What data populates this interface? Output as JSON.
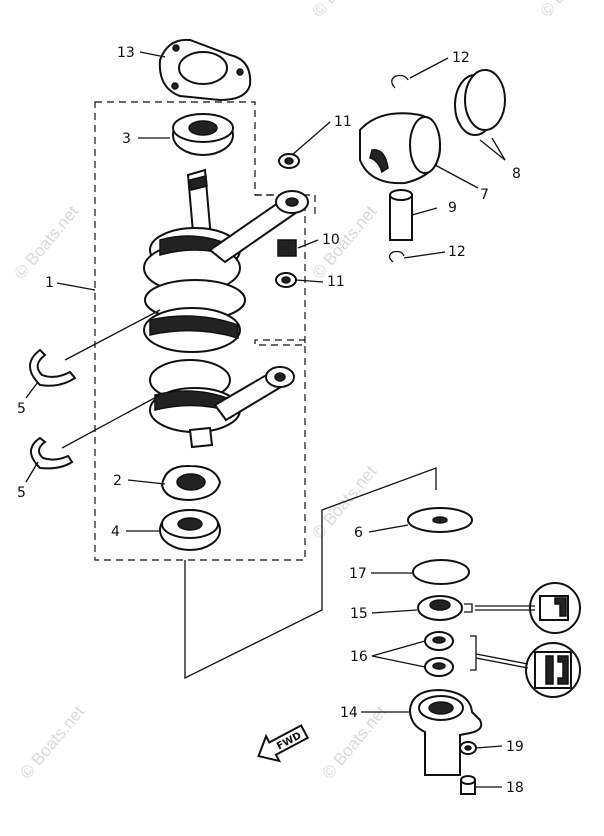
{
  "watermark": {
    "text": "© Boats.net"
  },
  "callouts": [
    {
      "id": "c13",
      "label": "13"
    },
    {
      "id": "c3",
      "label": "3"
    },
    {
      "id": "c12a",
      "label": "12"
    },
    {
      "id": "c11a",
      "label": "11"
    },
    {
      "id": "c8",
      "label": "8"
    },
    {
      "id": "c7",
      "label": "7"
    },
    {
      "id": "c9",
      "label": "9"
    },
    {
      "id": "c10",
      "label": "10"
    },
    {
      "id": "c12b",
      "label": "12"
    },
    {
      "id": "c11b",
      "label": "11"
    },
    {
      "id": "c1",
      "label": "1"
    },
    {
      "id": "c5a",
      "label": "5"
    },
    {
      "id": "c5b",
      "label": "5"
    },
    {
      "id": "c2",
      "label": "2"
    },
    {
      "id": "c4",
      "label": "4"
    },
    {
      "id": "c6",
      "label": "6"
    },
    {
      "id": "c17",
      "label": "17"
    },
    {
      "id": "c15",
      "label": "15"
    },
    {
      "id": "c16",
      "label": "16"
    },
    {
      "id": "c14",
      "label": "14"
    },
    {
      "id": "c19",
      "label": "19"
    },
    {
      "id": "c18",
      "label": "18"
    }
  ],
  "fwd_label": "FWD"
}
